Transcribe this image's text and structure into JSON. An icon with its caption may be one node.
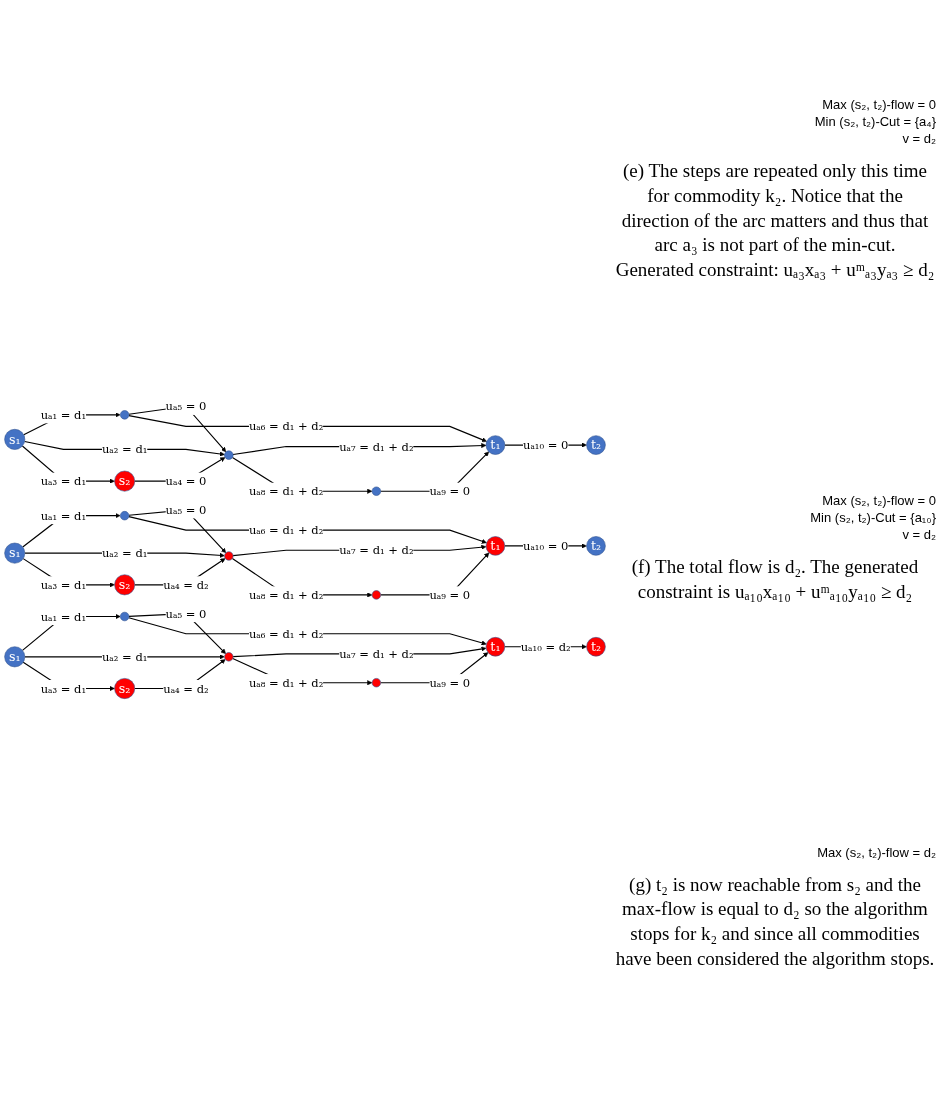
{
  "diagram": {
    "nodes": [
      {
        "text": [
          "s₁"
        ]
      },
      {
        "text": [],
        "shape": "circle"
      },
      {
        "text": [],
        "shape": "circle"
      },
      {
        "text": [
          "t₁"
        ]
      },
      {
        "text": [
          "s₂"
        ]
      },
      {
        "text": [],
        "shape": "circle"
      },
      {
        "text": [
          "t₂"
        ]
      },
      {
        "text": [
          "s₁"
        ]
      },
      {
        "text": [],
        "shape": "circle"
      },
      {
        "text": [],
        "shape": "circle"
      },
      {
        "text": [
          "t₁"
        ]
      },
      {
        "text": [
          "s₂"
        ]
      },
      {
        "text": [],
        "shape": "circle"
      },
      {
        "text": [
          "t₂"
        ]
      },
      {
        "text": [
          "s₁"
        ]
      },
      {
        "text": [],
        "shape": "circle"
      },
      {
        "text": [],
        "shape": "circle"
      },
      {
        "text": [
          "t₁"
        ]
      },
      {
        "text": [
          "s₂"
        ]
      },
      {
        "text": [],
        "shape": "circle"
      },
      {
        "text": [
          "t₂"
        ]
      }
    ],
    "edges": [
      {
        "from": 0,
        "to": 1,
        "arrow": "to",
        "label": "uₐ₁ = d₁"
      },
      {
        "from": 0,
        "to": 2,
        "arrow": "to",
        "label": "uₐ₂ = d₁"
      },
      {
        "from": 0,
        "to": 4,
        "arrow": "to",
        "label": "uₐ₃ = d₁"
      },
      {
        "from": 4,
        "to": 2,
        "arrow": "to",
        "label": "uₐ₄ = 0"
      },
      {
        "from": 1,
        "to": 2,
        "arrow": "to",
        "label": "uₐ₅ = 0"
      },
      {
        "from": 1,
        "to": 3,
        "arrow": "to",
        "label": "uₐ₆ = d₁ + d₂"
      },
      {
        "from": 2,
        "to": 3,
        "arrow": "to",
        "label": "uₐ₇ = d₁ + d₂"
      },
      {
        "from": 2,
        "to": 5,
        "arrow": "to",
        "label": "uₐ₈ = d₁ + d₂"
      },
      {
        "from": 5,
        "to": 3,
        "arrow": "to",
        "label": "uₐ₉ = 0"
      },
      {
        "from": 3,
        "to": 6,
        "arrow": "to",
        "label": "uₐ₁₀ = 0"
      },
      {
        "from": 7,
        "to": 8,
        "arrow": "to",
        "label": "uₐ₁ = d₁"
      },
      {
        "from": 7,
        "to": 9,
        "arrow": "to",
        "label": "uₐ₂ = d₁"
      },
      {
        "from": 7,
        "to": 11,
        "arrow": "to",
        "label": "uₐ₃ = d₁"
      },
      {
        "from": 11,
        "to": 9,
        "arrow": "to",
        "label": "uₐ₄ = d₂"
      },
      {
        "from": 8,
        "to": 9,
        "arrow": "to",
        "label": "uₐ₅ = 0"
      },
      {
        "from": 8,
        "to": 10,
        "arrow": "to",
        "label": "uₐ₆ = d₁ + d₂"
      },
      {
        "from": 9,
        "to": 10,
        "arrow": "to",
        "label": "uₐ₇ = d₁ + d₂"
      },
      {
        "from": 9,
        "to": 12,
        "arrow": "to",
        "label": "uₐ₈ = d₁ + d₂"
      },
      {
        "from": 12,
        "to": 10,
        "arrow": "to",
        "label": "uₐ₉ = 0"
      },
      {
        "from": 10,
        "to": 13,
        "arrow": "to",
        "label": "uₐ₁₀ = 0"
      },
      {
        "from": 14,
        "to": 15,
        "arrow": "to",
        "label": "uₐ₁ = d₁"
      },
      {
        "from": 14,
        "to": 16,
        "arrow": "to",
        "label": "uₐ₂ = d₁"
      },
      {
        "from": 14,
        "to": 18,
        "arrow": "to",
        "label": "uₐ₃ = d₁"
      },
      {
        "from": 18,
        "to": 16,
        "arrow": "to",
        "label": "uₐ₄ = d₂"
      },
      {
        "from": 15,
        "to": 16,
        "arrow": "to",
        "label": "uₐ₅ = 0"
      },
      {
        "from": 15,
        "to": 17,
        "arrow": "to",
        "label": "uₐ₆ = d₁ + d₂"
      },
      {
        "from": 16,
        "to": 17,
        "arrow": "to",
        "label": "uₐ₇ = d₁ + d₂"
      },
      {
        "from": 16,
        "to": 19,
        "arrow": "to",
        "label": "uₐ₈ = d₁ + d₂"
      },
      {
        "from": 19,
        "to": 17,
        "arrow": "to",
        "label": "uₐ₉ = 0"
      },
      {
        "from": 17,
        "to": 20,
        "arrow": "to",
        "label": "uₐ₁₀ = d₂"
      }
    ],
    "labels": [
      "Max (s₂, t₂)-flow = 0",
      "Min (s₂, t₂)-Cut = {a₄}",
      "v = d₂",
      "(e) The steps are repeated only this time for commodity k₂. Notice that the direction of the arc matters and thus that arc a₃ is not part of the min-cut. Generated constraint: uₐ₃xₐ₃ + uᵐₐ₃yₐ₃ ≥ d₂",
      "Max (s₂, t₂)-flow = 0",
      "Min (s₂, t₂)-Cut = {a₁₀}",
      "v = d₂",
      "(f) The total flow is d₂. The generated constraint is uₐ₁₀xₐ₁₀ + uᵐₐ₁₀yₐ₁₀ ≥ d₂",
      "Max (s₂, t₂)-flow = d₂",
      "(g) t₂ is now reachable from s₂ and the max-flow is equal to d₂ so the algorithm stops for k₂ and since all commodities have been considered the algorithm stops."
    ]
  }
}
